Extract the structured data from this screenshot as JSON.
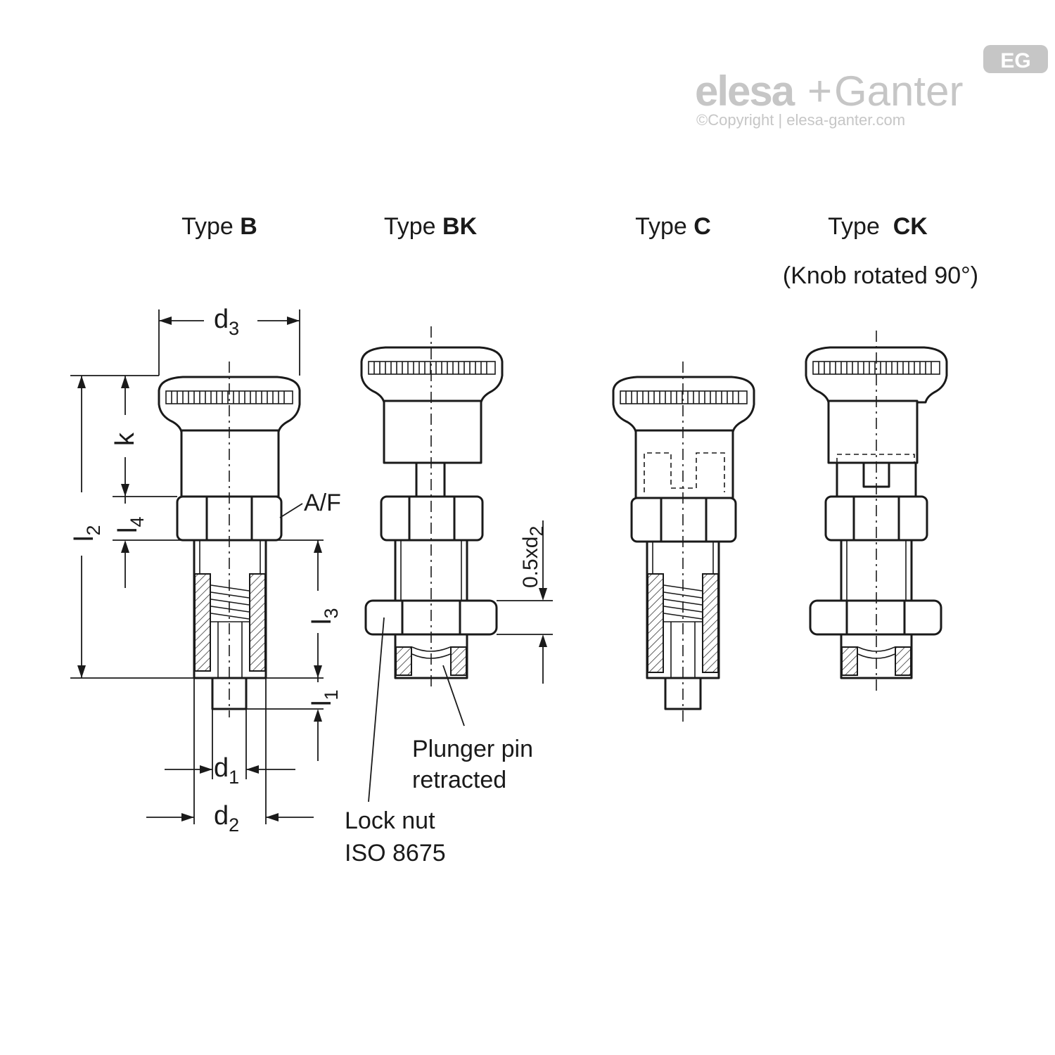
{
  "logo": {
    "brand_part1": "elesa",
    "brand_plus": "+",
    "brand_part2": "Ganter",
    "badge": "EG",
    "copyright": "©Copyright | elesa-ganter.com"
  },
  "types": [
    {
      "prefix": "Type ",
      "code": "B"
    },
    {
      "prefix": "Type ",
      "code": "BK"
    },
    {
      "prefix": "Type ",
      "code": "C"
    },
    {
      "prefix": "Type  ",
      "code": "CK"
    }
  ],
  "type_ck_note": "(Knob rotated 90°)",
  "dimensions": {
    "d3": {
      "main": "d",
      "sub": "3"
    },
    "d1": {
      "main": "d",
      "sub": "1"
    },
    "d2": {
      "main": "d",
      "sub": "2"
    },
    "k": "k",
    "l2": {
      "main": "l",
      "sub": "2"
    },
    "l4": {
      "main": "l",
      "sub": "4"
    },
    "l3": {
      "main": "l",
      "sub": "3"
    },
    "l1": {
      "main": "l",
      "sub": "1"
    },
    "af": "A/F",
    "half_d2": {
      "main": "0.5xd",
      "sub": "2"
    }
  },
  "callouts": {
    "plunger_line1": "Plunger pin",
    "plunger_line2": "retracted",
    "locknut_line1": "Lock nut",
    "locknut_line2": "ISO 8675"
  }
}
